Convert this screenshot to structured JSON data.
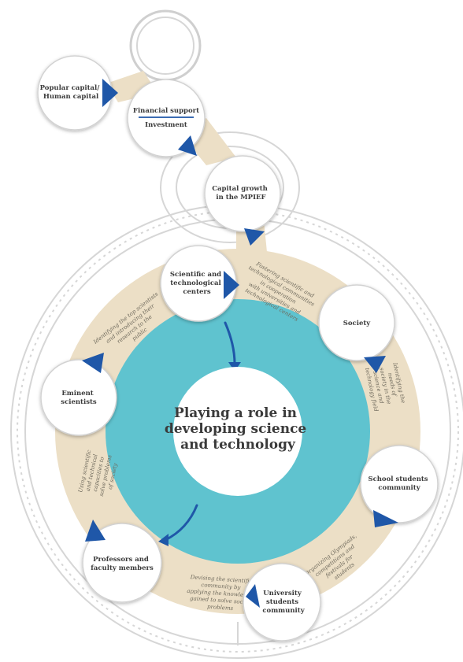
{
  "colors": {
    "teal": "#5fc3cf",
    "teal_dark": "#3fa9b8",
    "beige": "#ecdfc6",
    "navy": "#1f57a8",
    "outline": "#c9c9c9",
    "node_fill": "#ffffff",
    "text": "#3a3a3a"
  },
  "center": {
    "line1": "Playing a role in",
    "line2": "developing science",
    "line3": "and technology"
  },
  "top_chain": {
    "popular": {
      "line1": "Popular capital/",
      "line2": "Human capital"
    },
    "financial": {
      "top": "Financial support",
      "bottom": "Investment"
    },
    "capital_growth": {
      "line1": "Capital growth",
      "line2": "in the MPIEF"
    }
  },
  "nodes": {
    "scientific": {
      "line1": "Scientific and",
      "line2": "technological",
      "line3": "centers"
    },
    "society": {
      "line1": "Society"
    },
    "school": {
      "line1": "School students",
      "line2": "community"
    },
    "university": {
      "line1": "University",
      "line2": "students",
      "line3": "community"
    },
    "professors": {
      "line1": "Professors and",
      "line2": "faculty members"
    },
    "eminent": {
      "line1": "Eminent",
      "line2": "scientists"
    }
  },
  "arc_texts": {
    "a1": [
      "Fostering scientific and",
      "technological communities",
      "in cooperation",
      "with universities and",
      "technological centers"
    ],
    "a2": [
      "Identifying the",
      "needs of",
      "society in the",
      "science and",
      "technology field"
    ],
    "a3": [
      "Organizing Olympiads,",
      "competitions and",
      "festivals for",
      "students"
    ],
    "a4": [
      "Devising the scientific",
      "community by",
      "applying the knowledge",
      "gained to solve social",
      "problems"
    ],
    "a5": [
      "Using scientific",
      "and technical",
      "capacities to",
      "solve problems",
      "of society"
    ],
    "a6": [
      "Identifying the top scientists",
      "and introducing their",
      "research to the",
      "public"
    ]
  }
}
